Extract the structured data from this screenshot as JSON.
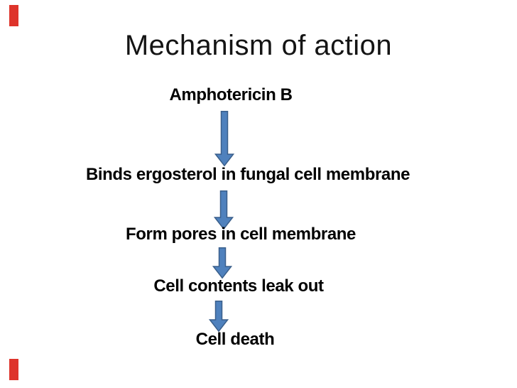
{
  "slide": {
    "title": "Mechanism of action",
    "flow": {
      "steps": [
        "Amphotericin B",
        "Binds ergosterol in fungal cell membrane",
        "Form pores in cell membrane",
        "Cell contents leak out",
        "Cell death"
      ]
    },
    "colors": {
      "background": "#ffffff",
      "title_text": "#141414",
      "step_text": "#000000",
      "arrow_fill": "#4f81bd",
      "arrow_border": "#3a5f8b",
      "corner_mark": "#de342b"
    }
  }
}
